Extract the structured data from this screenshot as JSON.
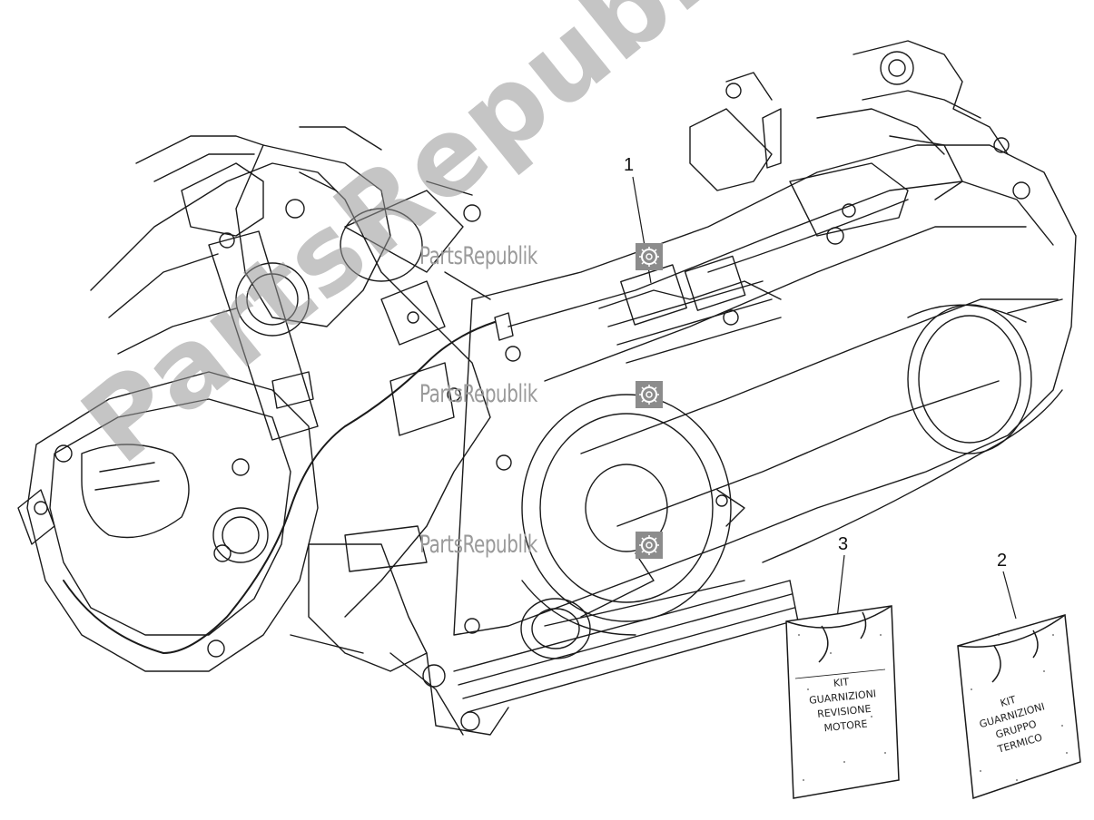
{
  "diagram": {
    "callouts": [
      {
        "id": "1",
        "label": "1"
      },
      {
        "id": "3",
        "label": "3"
      },
      {
        "id": "2",
        "label": "2"
      }
    ],
    "kits": {
      "engine_overhaul": [
        "KIT",
        "GUARNIZIONI",
        "REVISIONE",
        "MOTORE"
      ],
      "cylinder_group": [
        "KIT",
        "GUARNIZIONI",
        "GRUPPO",
        "TERMICO"
      ]
    }
  },
  "watermark": {
    "brand": "PartsRepublik",
    "diagonal": "PartsRepublik"
  },
  "colors": {
    "line": "#1a1a1a",
    "watermark": "#9a9a9a"
  }
}
